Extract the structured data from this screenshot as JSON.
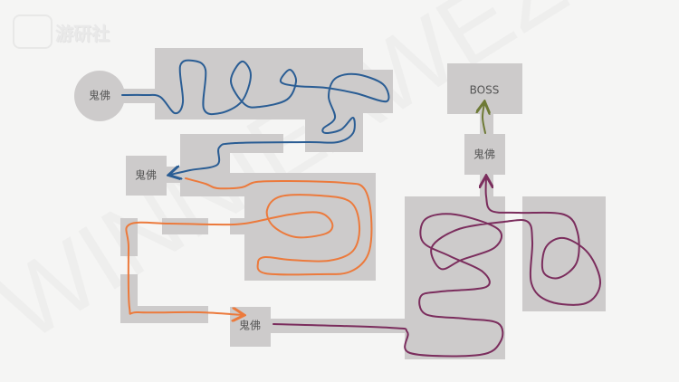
{
  "watermark": "WINNIEAWEZ",
  "logo": {
    "text": "游研社"
  },
  "nodes": {
    "start": "鬼佛",
    "mid_left": "鬼佛",
    "mid_bottom": "鬼佛",
    "pre_boss": "鬼佛",
    "boss": "BOSS"
  },
  "colors": {
    "room": "#cdcbcb",
    "blue": "#2a5d94",
    "orange": "#ec7a3c",
    "purple": "#7b2d5d",
    "green": "#6e7a36",
    "background": "#f5f5f4"
  }
}
